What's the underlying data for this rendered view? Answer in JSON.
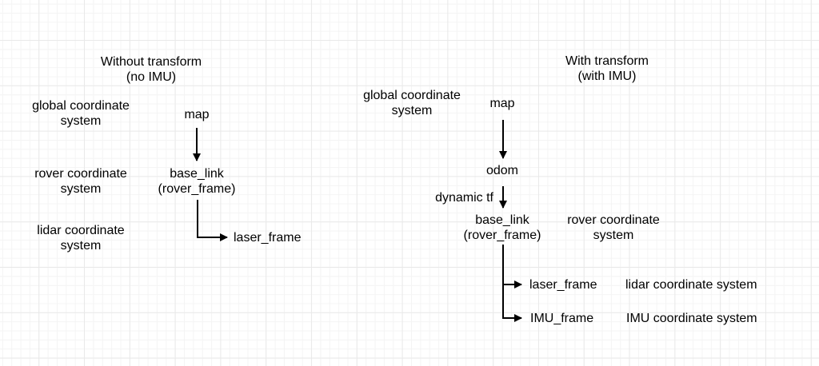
{
  "diagram": {
    "left": {
      "title": "Without transform\n(no IMU)",
      "nodes": {
        "map": "map",
        "base_link": "base_link\n(rover_frame)",
        "laser_frame": "laser_frame"
      },
      "annotations": {
        "global": "global coordinate\nsystem",
        "rover": "rover coordinate\nsystem",
        "lidar": "lidar coordinate\nsystem"
      }
    },
    "right": {
      "title": "With transform\n(with IMU)",
      "nodes": {
        "map": "map",
        "odom": "odom",
        "base_link": "base_link\n(rover_frame)",
        "laser_frame": "laser_frame",
        "imu_frame": "IMU_frame"
      },
      "edge_labels": {
        "dynamic_tf": "dynamic tf"
      },
      "annotations": {
        "global": "global coordinate\nsystem",
        "rover": "rover coordinate\nsystem",
        "lidar": "lidar coordinate system",
        "imu": "IMU coordinate system"
      }
    },
    "colors": {
      "text": "#000000",
      "line": "#000000",
      "grid_minor": "#f4f4f4",
      "grid_major": "#e9e9e9",
      "background": "#ffffff"
    }
  }
}
